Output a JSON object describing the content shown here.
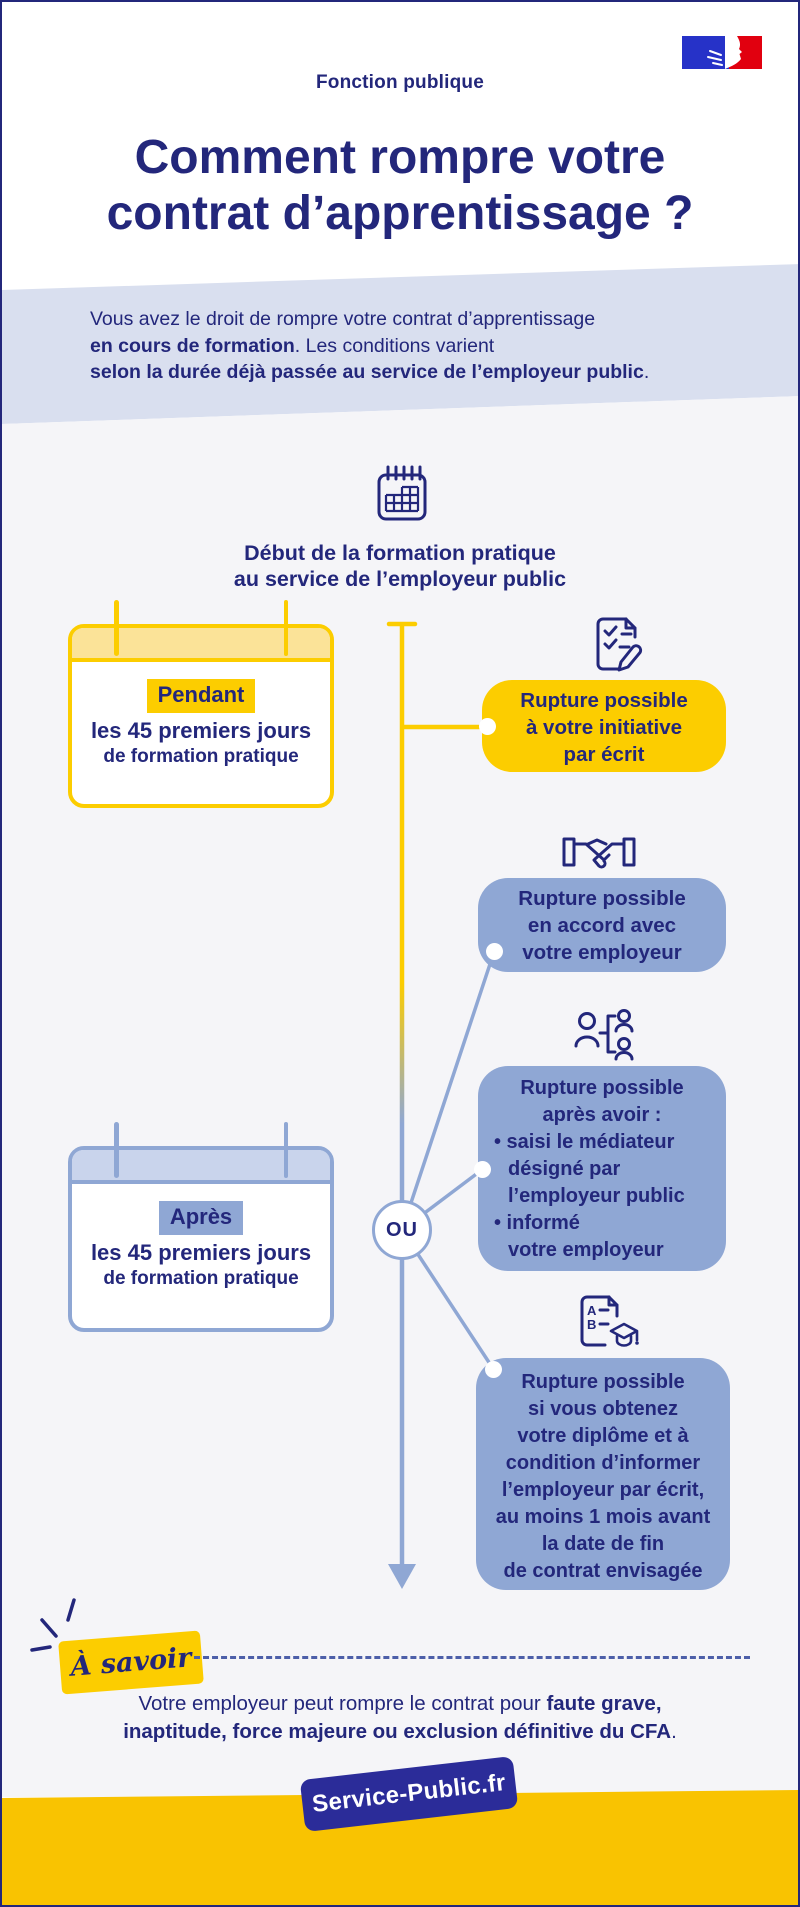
{
  "header": {
    "category": "Fonction publique",
    "title_line1": "Comment rompre votre",
    "title_line2": "contrat d’apprentissage ?"
  },
  "intro": {
    "line1": "Vous avez le droit de rompre votre contrat d’apprentissage",
    "line2_bold": "en cours de formation",
    "line2_regular": ". Les conditions varient",
    "line3_bold": "selon la durée déjà passée au service de l’employeur public",
    "line3_regular": "."
  },
  "timeline": {
    "heading_line1": "Début de la formation pratique",
    "heading_line2": "au service de l’employeur public",
    "connector_label": "OU"
  },
  "cards": [
    {
      "theme": "yellow",
      "highlight": "Pendant",
      "line1": "les 45 premiers jours",
      "line2": "de formation pratique"
    },
    {
      "theme": "blue",
      "highlight": "Après",
      "line1": "les 45 premiers jours",
      "line2": "de formation pratique"
    }
  ],
  "bubbles": [
    {
      "theme": "yellow",
      "icon": "checklist-pencil-icon",
      "lines": [
        "Rupture possible",
        "à votre initiative",
        "par écrit"
      ]
    },
    {
      "theme": "blue",
      "icon": "handshake-icon",
      "lines": [
        "Rupture possible",
        "en accord avec",
        "votre employeur"
      ]
    },
    {
      "theme": "blue",
      "icon": "mediator-people-icon",
      "lines": [
        "Rupture possible",
        "après avoir :",
        "• saisi le médiateur",
        "désigné par",
        "l’employeur public",
        "• informé",
        "votre employeur"
      ]
    },
    {
      "theme": "blue",
      "icon": "diploma-icon",
      "lines": [
        "Rupture possible",
        "si vous obtenez",
        "votre diplôme et à",
        "condition d’informer",
        "l’employeur par écrit,",
        "au moins 1 mois avant",
        "la date de fin",
        "de contrat envisagée"
      ]
    }
  ],
  "note": {
    "label": "À savoir",
    "regular": "Votre employeur peut rompre le contrat pour ",
    "bold_line1": "faute grave,",
    "bold_line2": "inaptitude, force majeure ou exclusion définitive du CFA",
    "period": "."
  },
  "branding": {
    "badge": "Service-Public.fr"
  },
  "colors": {
    "navy": "#23277B",
    "gold": "#FCCD00",
    "pale_gold": "#FBE398",
    "blue_gray": "#8FA7D4",
    "pale_blue": "#C9D4EC",
    "band_blue": "#D9DFEF",
    "badge_blue": "#2B2C99",
    "footer_yellow": "#F9C301",
    "background": "#F5F5F8",
    "flag_blue": "#2632C8",
    "flag_red": "#E1000F"
  }
}
